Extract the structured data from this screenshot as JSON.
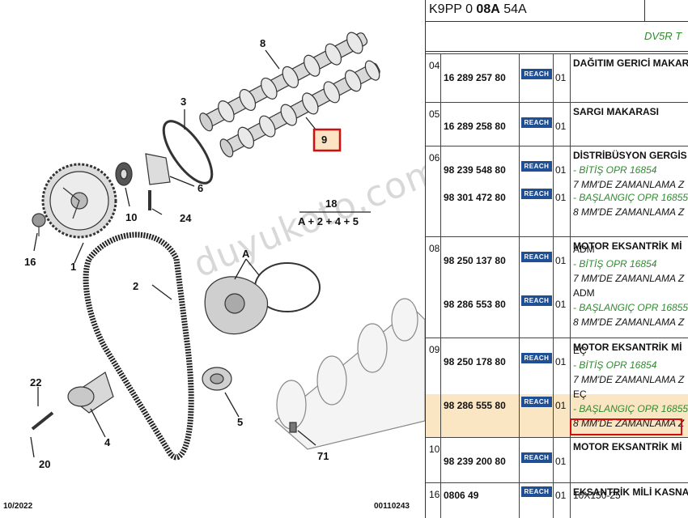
{
  "diagram": {
    "callouts": [
      "8",
      "3",
      "9",
      "1",
      "10",
      "24",
      "6",
      "16",
      "18",
      "A + 2 + 4 + 5",
      "2",
      "A",
      "22",
      "4",
      "20",
      "5",
      "71"
    ],
    "highlighted_callout": "9",
    "footer_date": "10/2022",
    "footer_code": "00110243",
    "watermark": "duyukoto.com",
    "highlight_color": "#d01010",
    "highlight_fill": "#fbe3c4"
  },
  "table": {
    "header_prefix": "K9PP 0 ",
    "header_bold": "08A",
    "header_suffix": " 54A",
    "subtitle": "DV5R T",
    "reach_label": "REACH",
    "highlight_row_color": "#fbe6c4",
    "green_text_color": "#2e8b2e",
    "rows": [
      {
        "num": "04",
        "name": "DAĞITIM GERICİ MAKAR",
        "parts": [
          {
            "pn": "16 289 257 80",
            "qty": "01"
          }
        ]
      },
      {
        "num": "05",
        "name": "SARGI MAKARASI",
        "parts": [
          {
            "pn": "16 289 258 80",
            "qty": "01"
          }
        ]
      },
      {
        "num": "06",
        "name": "DİSTRİBÜSYON GERGİS",
        "parts": [
          {
            "pn": "98 239 548 80",
            "qty": "01",
            "lines": [
              "- BİTİŞ OPR 16854",
              "7 MM'DE ZAMANLAMA Z"
            ]
          },
          {
            "pn": "98 301 472 80",
            "qty": "01",
            "lines": [
              "- BAŞLANGIÇ OPR 16855",
              "8 MM'DE ZAMANLAMA Z"
            ]
          }
        ]
      },
      {
        "num": "08",
        "name": "MOTOR EKSANTRİK Mİ",
        "parts": [
          {
            "pn": "98 250 137 80",
            "qty": "01",
            "lines": [
              "ADM",
              "- BİTİŞ OPR 16854",
              "7 MM'DE ZAMANLAMA Z"
            ]
          },
          {
            "pn": "98 286 553 80",
            "qty": "01",
            "lines": [
              "ADM",
              "- BAŞLANGIÇ OPR 16855",
              "8 MM'DE ZAMANLAMA Z"
            ]
          }
        ]
      },
      {
        "num": "09",
        "name": "MOTOR EKSANTRİK Mİ",
        "parts": [
          {
            "pn": "98 250 178 80",
            "qty": "01",
            "lines": [
              "EÇ",
              "- BİTİŞ OPR 16854",
              "7 MM'DE ZAMANLAMA Z"
            ]
          },
          {
            "pn": "98 286 555 80",
            "qty": "01",
            "lines": [
              "EÇ",
              "- BAŞLANGIÇ OPR 16855",
              "8 MM'DE ZAMANLAMA Z"
            ]
          }
        ]
      },
      {
        "num": "10",
        "name": "MOTOR EKSANTRİK Mİ",
        "parts": [
          {
            "pn": "98 239 200 80",
            "qty": "01"
          }
        ]
      },
      {
        "num": "16",
        "name": "EKSANTRİK MİLİ KASNA",
        "parts": [
          {
            "pn": "0806 49",
            "qty": "01",
            "lines": [
              "10X150-25"
            ]
          }
        ]
      }
    ]
  }
}
